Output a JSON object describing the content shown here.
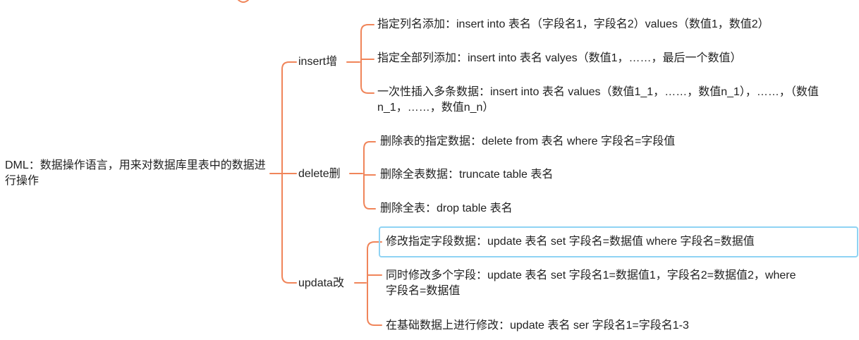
{
  "root": {
    "label": "DML：数据操作语言，用来对数据库里表中的数据进行操作"
  },
  "branches": [
    {
      "label": "insert增",
      "items": [
        "指定列名添加：insert into 表名（字段名1，字段名2）values（数值1，数值2）",
        "指定全部列添加：insert into 表名 valyes（数值1，……，最后一个数值）",
        "一次性插入多条数据：insert into 表名 values（数值1_1，……，数值n_1），……，（数值n_1，……，数值n_n）"
      ]
    },
    {
      "label": "delete删",
      "items": [
        "删除表的指定数据：delete from 表名 where 字段名=字段值",
        "删除全表数据：truncate table 表名",
        "删除全表：drop table 表名"
      ]
    },
    {
      "label": "updata改",
      "items": [
        "修改指定字段数据：update 表名 set 字段名=数据值 where 字段名=数据值",
        "同时修改多个字段：update 表名 set 字段名1=数据值1，字段名2=数据值2，where 字段名=数据值",
        "在基础数据上进行修改：update 表名  ser 字段名1=字段名1-3"
      ]
    }
  ],
  "colors": {
    "connector": "#f0855a",
    "selection": "#8fd3f4",
    "text": "#222222"
  }
}
